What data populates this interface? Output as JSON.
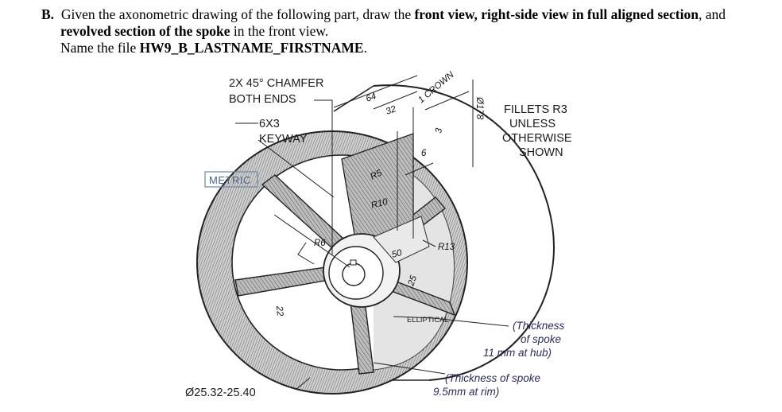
{
  "instructions": {
    "marker": "B.",
    "line1_a": "Given the axonometric drawing of the following part, draw the",
    "line1_b": "front view, right-side view in full aligned section",
    "line1_c": ", and",
    "line2_a": "revolved section of the spoke",
    "line2_b": "in the front view.",
    "line3_a": "Name the file",
    "line3_b": "HW9_B_LASTNAME_FIRSTNAME",
    "line3_c": "."
  },
  "drawing": {
    "chamfer_line1": "2X 45° CHAMFER",
    "chamfer_line2": "BOTH ENDS",
    "keyway_line1": "6X3",
    "keyway_line2": "KEYWAY",
    "metric": "METRIC",
    "dim_64": "64",
    "dim_32": "32",
    "crown": "1 CROWN",
    "dim_3": "3",
    "dim_6": "6",
    "dim_178": "Ø178",
    "r5": "R5",
    "r10": "R10",
    "r6": "R6",
    "dim_50": "50",
    "r13": "R13",
    "dim_25": "25",
    "dim_22": "22",
    "elliptical": "ELLIPTICAL",
    "bore": "Ø25.32-25.40",
    "fillets_line1": "FILLETS R3",
    "fillets_line2": "UNLESS",
    "fillets_line3": "OTHERWISE",
    "fillets_line4": "SHOWN",
    "hub_note_line1": "(Thickness",
    "hub_note_line2": "of spoke",
    "hub_note_line3": "11 mm at hub)",
    "rim_note_line1": "(Thickness of spoke",
    "rim_note_line2": "9.5mm at rim)"
  }
}
